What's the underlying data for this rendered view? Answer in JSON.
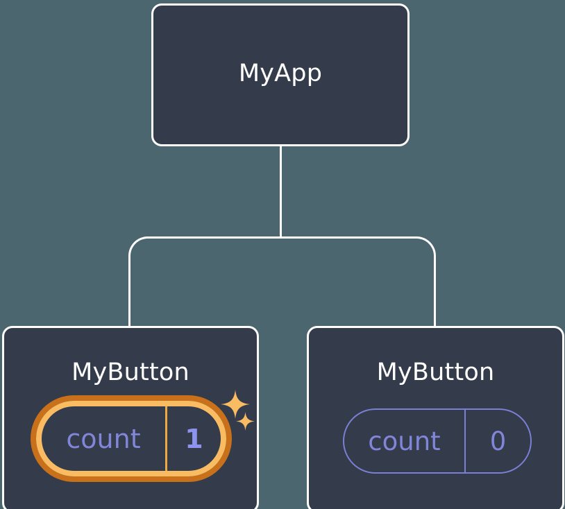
{
  "colors": {
    "background": "#4c6670",
    "node_fill": "#343b4a",
    "node_border": "#ffffff",
    "connector": "#ffffff",
    "title_text": "#ffffff",
    "pill_border_idle": "#7b80d6",
    "pill_text_idle": "#8186d8",
    "pill_ring_outer": "#c9701a",
    "pill_ring_inner": "#f9bc63",
    "pill_value_active": "#8c94f0",
    "sparkle": "#f9bc63"
  },
  "diagram": {
    "type": "component-tree",
    "root": {
      "title": "MyApp"
    },
    "children": [
      {
        "title": "MyButton",
        "state": {
          "key": "count",
          "value": "1"
        },
        "highlighted": true,
        "sparkles": 2
      },
      {
        "title": "MyButton",
        "state": {
          "key": "count",
          "value": "0"
        },
        "highlighted": false,
        "sparkles": 0
      }
    ]
  }
}
